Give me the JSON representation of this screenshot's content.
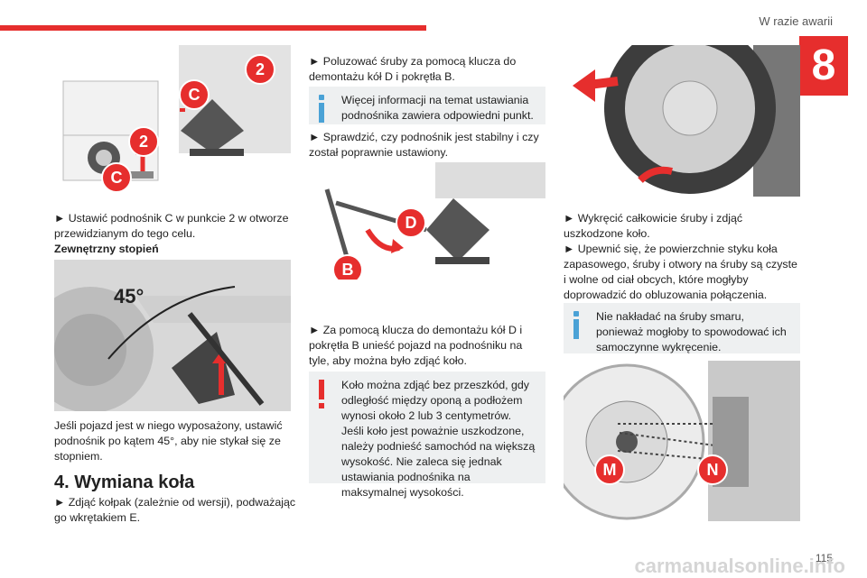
{
  "header": {
    "section_title": "W razie awarii",
    "chapter_number": "8",
    "page_number": "115",
    "watermark": "carmanualsonline.info"
  },
  "col1": {
    "step_jack": "► Ustawić podnośnik C w punkcie 2 w otworze przewidzianym do tego celu.",
    "subheading": "Zewnętrzny stopień",
    "angle_text": "Jeśli pojazd jest w niego wyposażony, ustawić podnośnik po kątem 45°, aby nie stykał się ze stopniem.",
    "angle_label": "45°",
    "section_heading": "4. Wymiana koła",
    "step_hubcap": "► Zdjąć kołpak (zależnie od wersji), podważając go wkrętakiem E."
  },
  "col2": {
    "step_loosen": "► Poluzować śruby za pomocą klucza do demontażu kół D i pokrętła B.",
    "info_note": "Więcej informacji na temat ustawiania podnośnika zawiera odpowiedni punkt.",
    "step_check": "► Sprawdzić, czy podnośnik jest stabilny i czy został poprawnie ustawiony.",
    "step_raise": "► Za pomocą klucza do demontażu kół D i pokrętła B unieść pojazd na podnośniku na tyle, aby można było zdjąć koło.",
    "warning_note": "Koło można zdjąć bez przeszkód, gdy odległość między oponą a podłożem wynosi około 2 lub 3 centymetrów. Jeśli koło jest poważnie uszkodzone, należy podnieść samochód na większą wysokość. Nie zaleca się jednak ustawiania podnośnika na maksymalnej wysokości."
  },
  "col3": {
    "step_unscrew": "► Wykręcić całkowicie śruby i zdjąć uszkodzone koło.",
    "step_clean": "► Upewnić się, że powierzchnie styku koła zapasowego, śruby i otwory na śruby są czyste i wolne od ciał obcych, które mogłyby doprowadzić do obluzowania połączenia.",
    "info_note": "Nie nakładać na śruby smaru, ponieważ mogłoby to spowodować ich samoczynne wykręcenie."
  },
  "badges": {
    "c": "C",
    "two": "2",
    "d": "D",
    "b": "B",
    "m": "M",
    "n": "N"
  },
  "colors": {
    "accent": "#e62e2d",
    "info": "#4aa2d6",
    "note_bg": "#eef0f1"
  }
}
